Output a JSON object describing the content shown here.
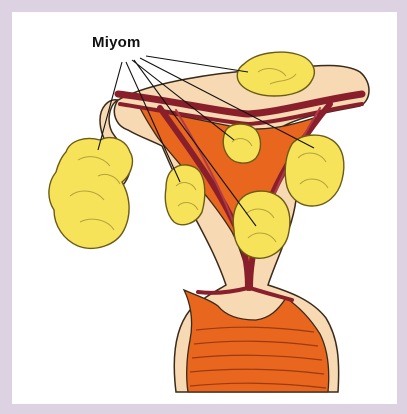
{
  "annotation": {
    "label": "Miyom"
  },
  "colors": {
    "background_border": "#ddd2e2",
    "panel": "#ffffff",
    "tissue": "#f7d9b3",
    "outline": "#3a2a1a",
    "muscle": "#e8661e",
    "vessel": "#8a1f2c",
    "fibroid_fill": "#f6e35a",
    "fibroid_outline": "#6b5b16"
  },
  "icons": [
    "uterus-illustration",
    "fibroid-nodule",
    "leader-line"
  ]
}
